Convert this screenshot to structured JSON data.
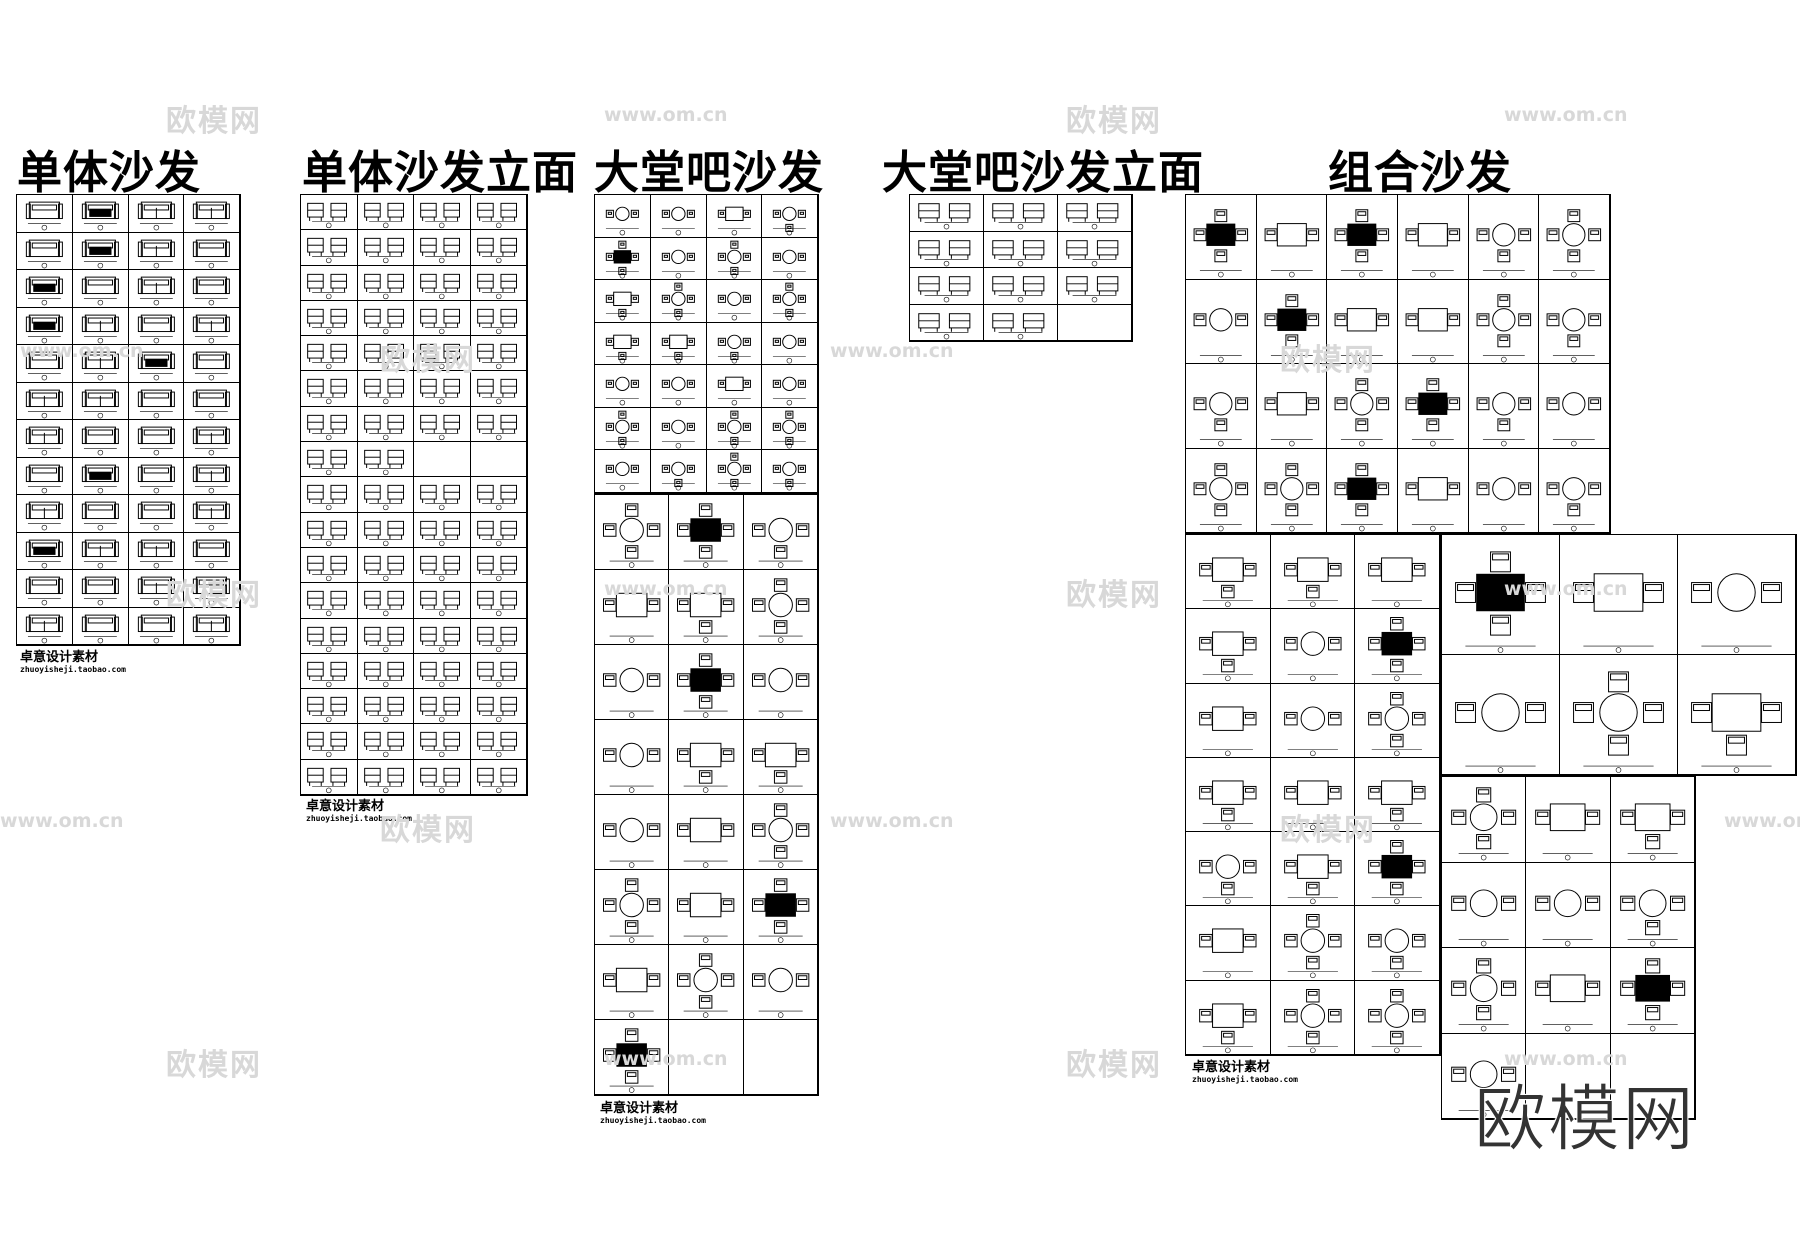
{
  "titles": {
    "single_sofa": "单体沙发",
    "single_sofa_elevation": "单体沙发立面",
    "lobby_bar_sofa": "大堂吧沙发",
    "lobby_bar_sofa_elevation": "大堂吧沙发立面",
    "combination_sofa": "组合沙发"
  },
  "credit": {
    "name": "卓意设计素材",
    "url": "zhuoyisheji.taobao.com"
  },
  "watermarks": {
    "cn": "欧模网",
    "url": "www.om.cn"
  },
  "brand_logo": "欧模网"
}
